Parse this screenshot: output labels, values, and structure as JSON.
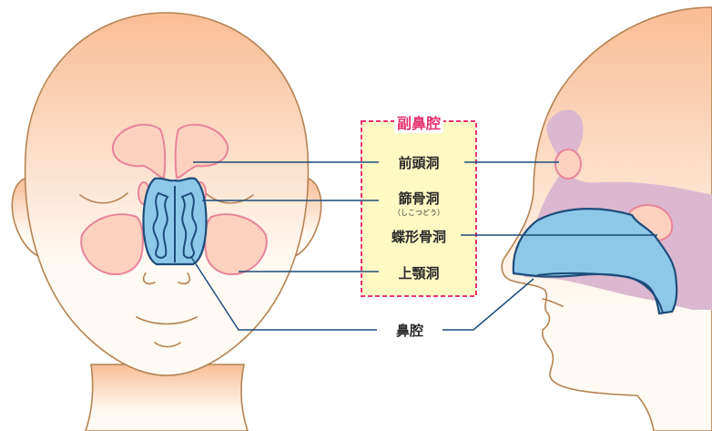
{
  "group_title": "副鼻腔",
  "labels": {
    "frontal": "前頭洞",
    "ethmoid": "篩骨洞",
    "ethmoid_reading": "（しこつどう）",
    "sphenoid": "蝶形骨洞",
    "maxillary": "上顎洞",
    "nasal_cavity": "鼻腔"
  },
  "colors": {
    "skin_top": "#f9bd95",
    "skin_bottom": "#fffaf3",
    "outline": "#b58353",
    "sinus_fill": "#fcd2bf",
    "sinus_stroke": "#e8849a",
    "cavity_fill": "#8ec8e9",
    "cavity_stroke": "#1e4c7b",
    "mucosa_fill": "#dcb8d0",
    "box_fill": "#fff9c4",
    "box_border": "#e8336f",
    "leader_line": "#1e4c7b"
  }
}
